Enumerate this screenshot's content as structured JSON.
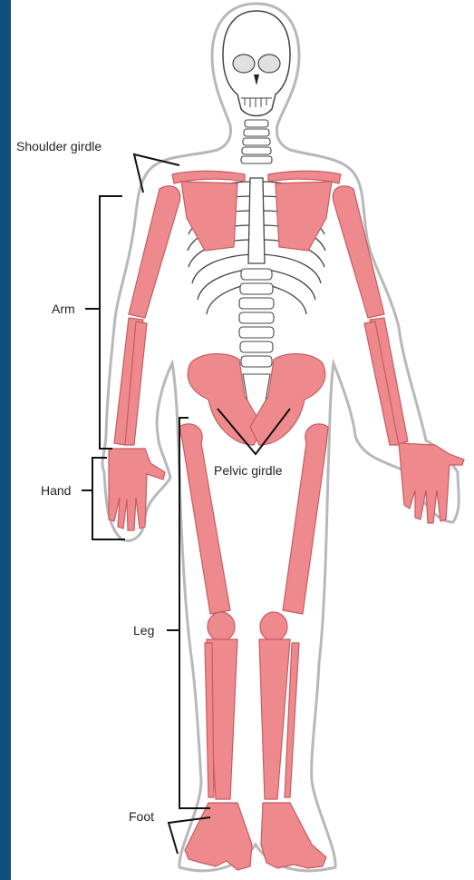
{
  "colors": {
    "frame": "#0e4f7d",
    "bone": "#ee8a8d",
    "bone_stroke": "#c65c62",
    "axial_fill": "#ffffff",
    "axial_stroke": "#444444",
    "outline": "#b8b8b8",
    "bracket": "#111111"
  },
  "labels": {
    "shoulder_girdle": "Shoulder girdle",
    "arm": "Arm",
    "hand": "Hand",
    "pelvic_girdle": "Pelvic girdle",
    "leg": "Leg",
    "foot": "Foot"
  }
}
